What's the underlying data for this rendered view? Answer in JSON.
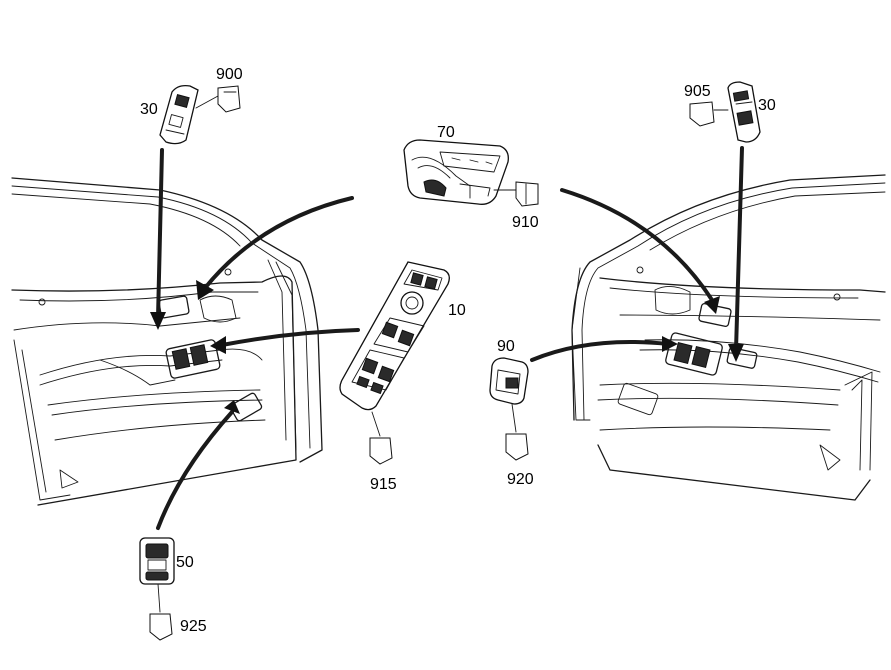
{
  "labels": {
    "l900": "900",
    "l30_left": "30",
    "l70": "70",
    "l905": "905",
    "l30_right": "30",
    "l910": "910",
    "l10": "10",
    "l90": "90",
    "l915": "915",
    "l920": "920",
    "l50": "50",
    "l925": "925"
  }
}
